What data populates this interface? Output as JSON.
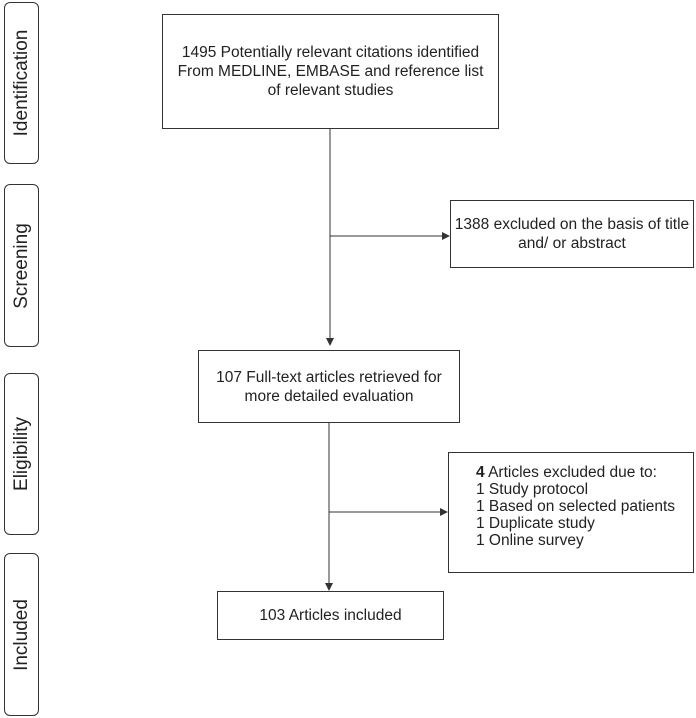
{
  "stages": [
    "Identification",
    "Screening",
    "Eligibility",
    "Included"
  ],
  "boxes": {
    "identified": {
      "lines": [
        "1495 Potentially relevant citations identified",
        "From MEDLINE, EMBASE and reference list",
        "of relevant studies"
      ]
    },
    "excluded_title": {
      "lines": [
        "1388 excluded on the basis of title",
        "and/ or abstract"
      ]
    },
    "full_text": {
      "lines": [
        "107 Full-text articles retrieved for",
        "more detailed evaluation"
      ]
    },
    "excluded_articles": {
      "header_count": "4",
      "header_text": " Articles excluded due to:",
      "items": [
        "1 Study protocol",
        "1 Based on selected patients",
        "1 Duplicate study",
        "1 Online survey"
      ]
    },
    "included": {
      "lines": [
        "103 Articles included"
      ]
    }
  },
  "colors": {
    "stroke": "#333333",
    "text": "#222222",
    "background": "#ffffff"
  }
}
